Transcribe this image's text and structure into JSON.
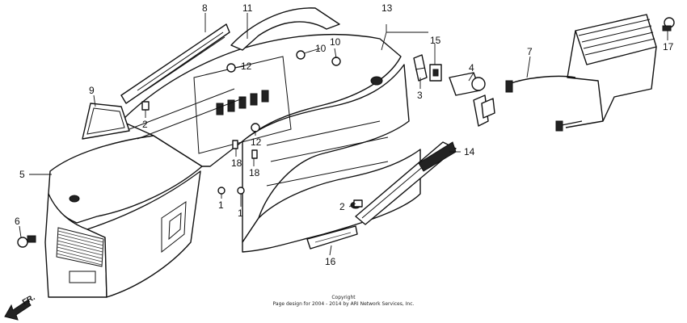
{
  "diagram": {
    "callouts": [
      {
        "id": "c8",
        "label": "8"
      },
      {
        "id": "c11",
        "label": "11"
      },
      {
        "id": "c13",
        "label": "13"
      },
      {
        "id": "c15",
        "label": "15"
      },
      {
        "id": "c4",
        "label": "4"
      },
      {
        "id": "c10a",
        "label": "10"
      },
      {
        "id": "c10b",
        "label": "10"
      },
      {
        "id": "c12a",
        "label": "12"
      },
      {
        "id": "c9",
        "label": "9"
      },
      {
        "id": "c2a",
        "label": "2"
      },
      {
        "id": "c3",
        "label": "3"
      },
      {
        "id": "c7",
        "label": "7"
      },
      {
        "id": "c17",
        "label": "17"
      },
      {
        "id": "c5",
        "label": "5"
      },
      {
        "id": "c18a",
        "label": "18"
      },
      {
        "id": "c18b",
        "label": "18"
      },
      {
        "id": "c12b",
        "label": "12"
      },
      {
        "id": "c14",
        "label": "14"
      },
      {
        "id": "c1a",
        "label": "1"
      },
      {
        "id": "c1b",
        "label": "1"
      },
      {
        "id": "c6",
        "label": "6"
      },
      {
        "id": "c2b",
        "label": "2"
      },
      {
        "id": "c16",
        "label": "16"
      }
    ],
    "copyright_line1": "Copyright",
    "copyright_line2": "Page design for 2004 - 2014 by ARI Network Services, Inc.",
    "direction_label": "FR."
  }
}
